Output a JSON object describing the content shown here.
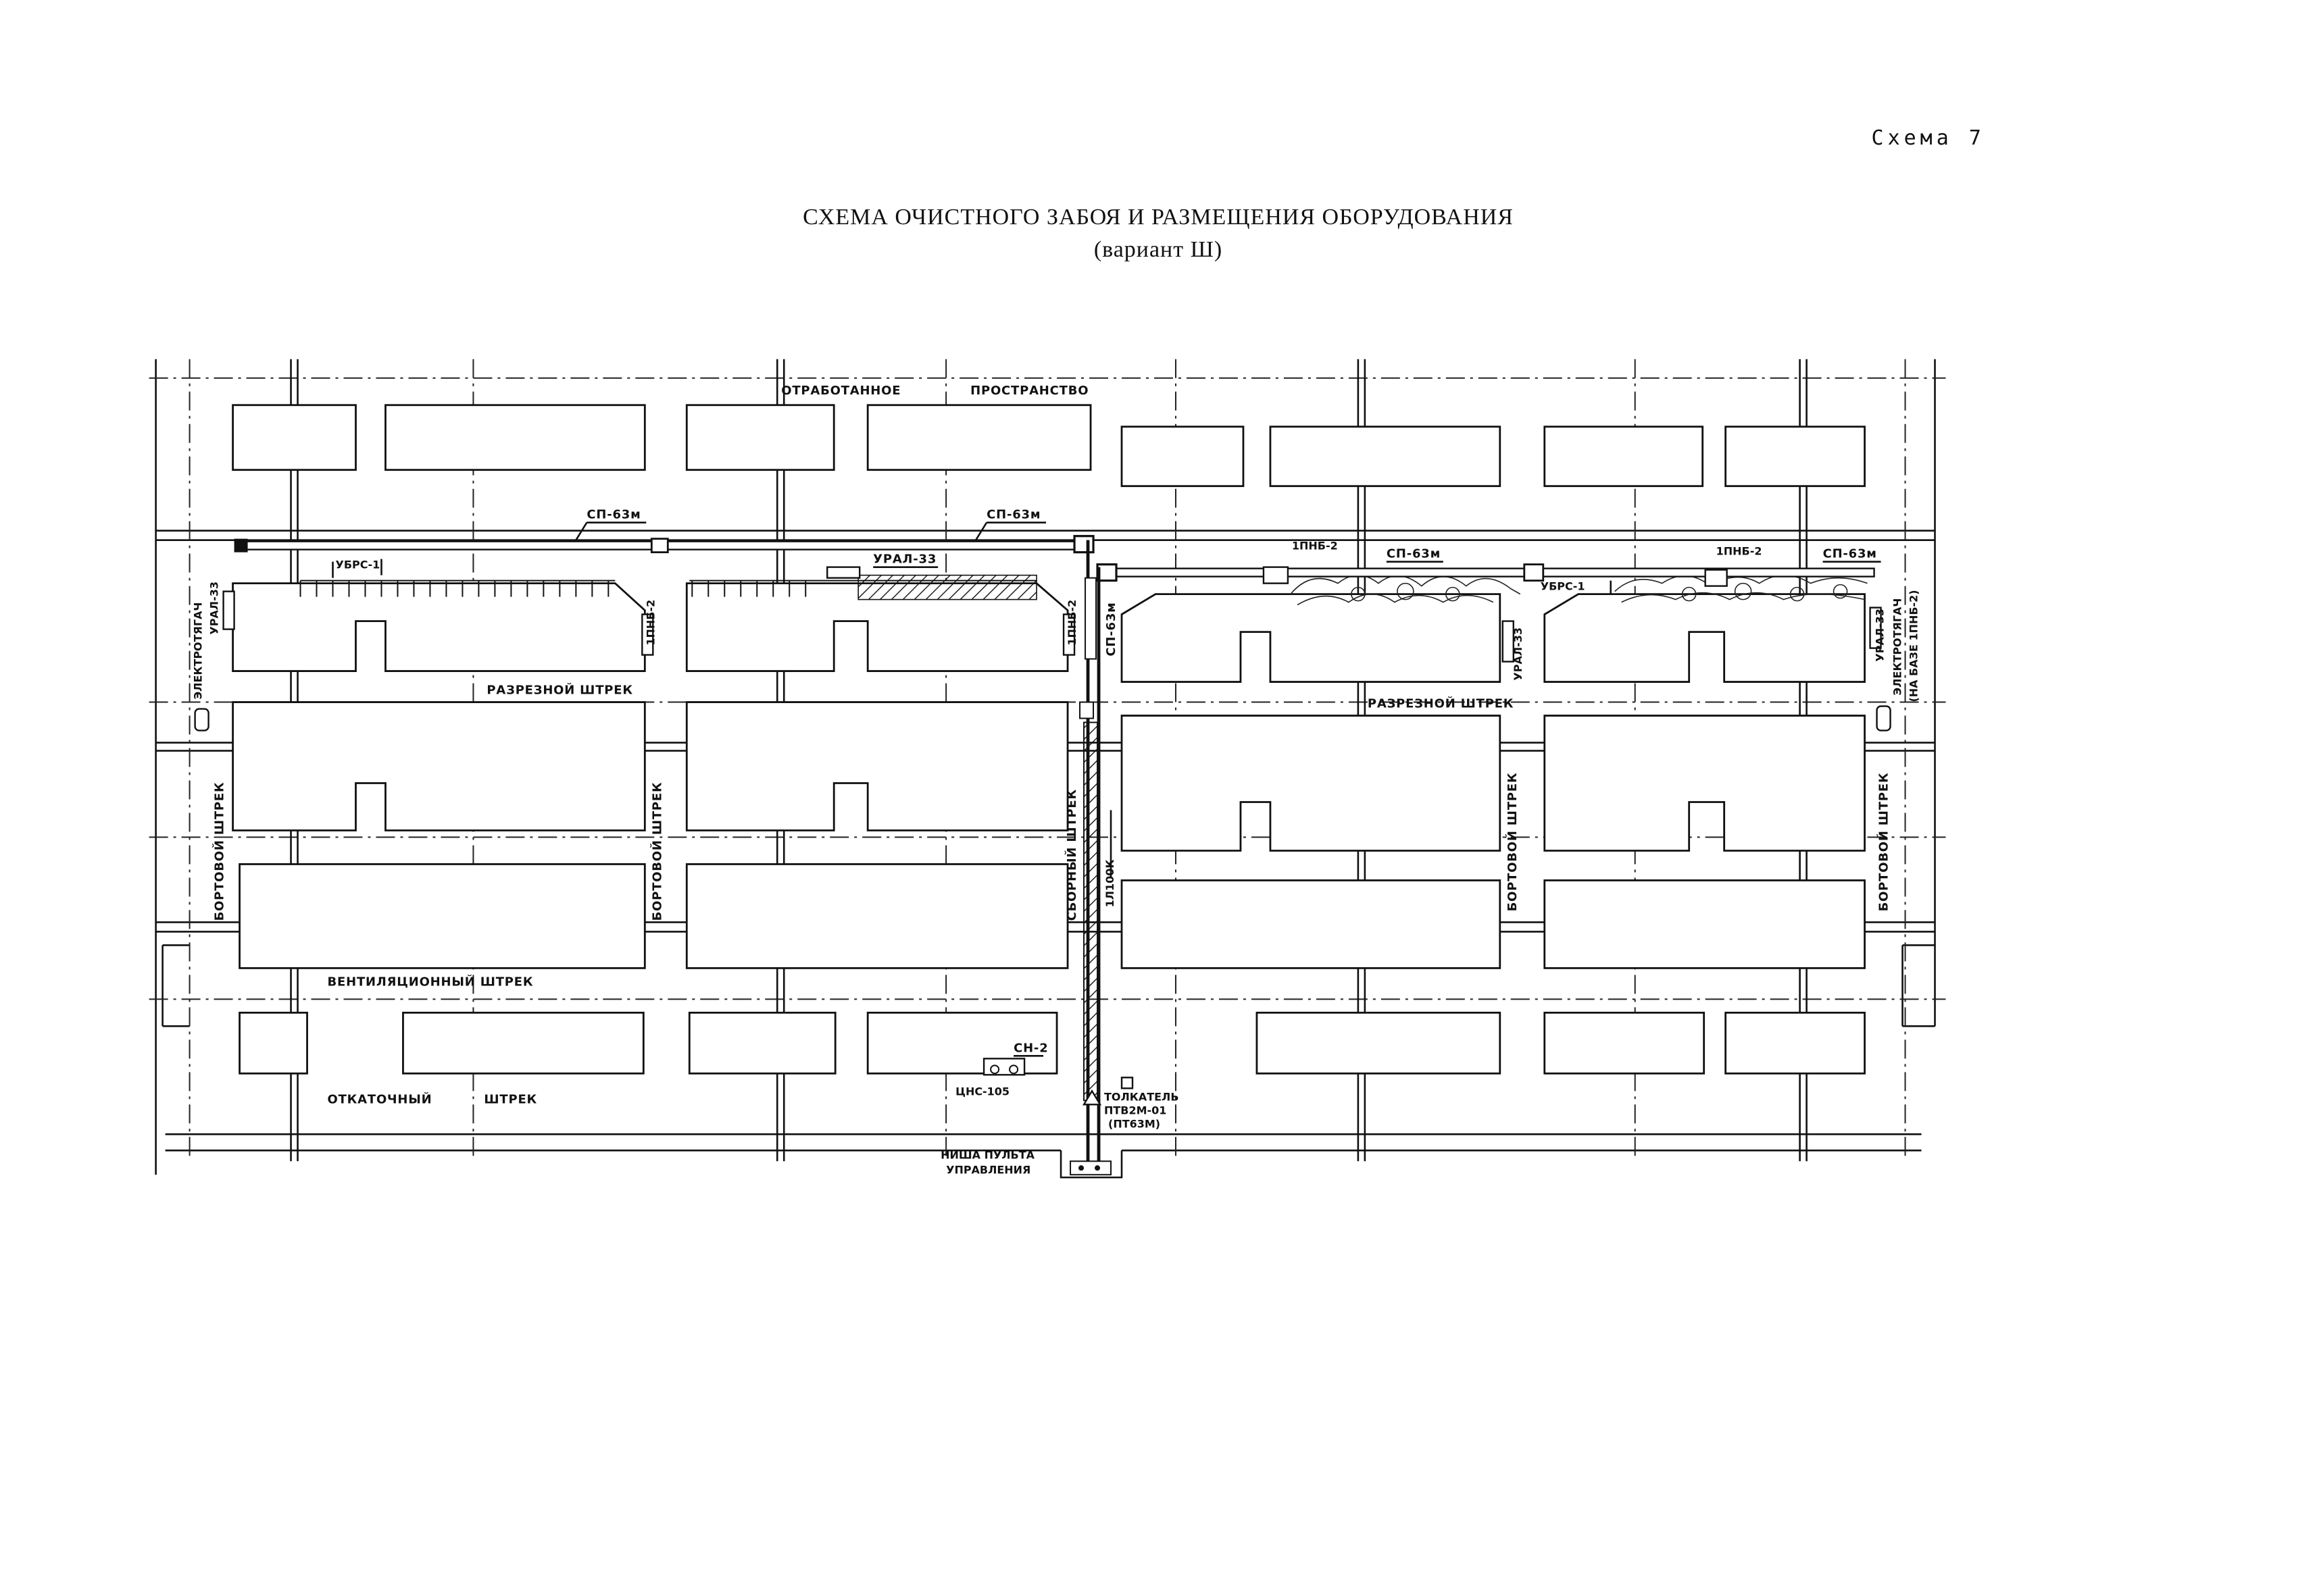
{
  "header": {
    "sheet_label": "Схема 7",
    "title_line1": "СХЕМА ОЧИСТНОГО ЗАБОЯ И РАЗМЕЩЕНИЯ ОБОРУДОВАНИЯ",
    "title_line2": "(вариант Ш)"
  },
  "zones": {
    "gob_a": "ОТРАБОТАННОЕ",
    "gob_b": "ПРОСТРАНСТВО",
    "cut_drift_left": "РАЗРЕЗНОЙ ШТРЕК",
    "cut_drift_right": "РАЗРЕЗНОЙ ШТРЕК",
    "side_drift_1": "БОРТОВОЙ ШТРЕК",
    "side_drift_2": "БОРТОВОЙ ШТРЕК",
    "side_drift_3": "БОРТОВОЙ ШТРЕК",
    "side_drift_4": "БОРТОВОЙ ШТРЕК",
    "collecting_drift": "СБОРНЫЙ ШТРЕК",
    "vent_drift": "ВЕНТИЛЯЦИОННЫЙ ШТРЕК",
    "haulage_a": "ОТКАТОЧНЫЙ",
    "haulage_b": "ШТРЕК"
  },
  "equipment": {
    "sp63_1": "СП-63м",
    "sp63_2": "СП-63м",
    "sp63_3": "СП-63м",
    "sp63_4": "СП-63м",
    "sp63_vert": "СП-63м",
    "ubrs_1": "УБРС-1",
    "ubrs_2": "УБРС-1",
    "ural_1": "УРАЛ-33",
    "ural_2": "УРАЛ-33",
    "ural_3": "УРАЛ-33",
    "ural_4": "УРАЛ-33",
    "pnb_1": "1ПНБ-2",
    "pnb_2": "1ПНБ-2",
    "pnb_3": "1ПНБ-2",
    "pnb_4": "1ПНБ-2",
    "tractor_left": "ЭЛЕКТРОТЯГАЧ",
    "tractor_right_1": "ЭЛЕКТРОТЯГАЧ",
    "tractor_right_2": "(НА БАЗЕ 1ПНБ-2)",
    "conveyor": "1Л100К",
    "sn2": "СН-2",
    "pump": "ЦНС-105",
    "pusher_1": "ТОЛКАТЕЛЬ",
    "pusher_2": "ПТВ2М-01",
    "pusher_3": "(ПТ63М)",
    "niche_1": "НИША ПУЛЬТА",
    "niche_2": "УПРАВЛЕНИЯ"
  }
}
